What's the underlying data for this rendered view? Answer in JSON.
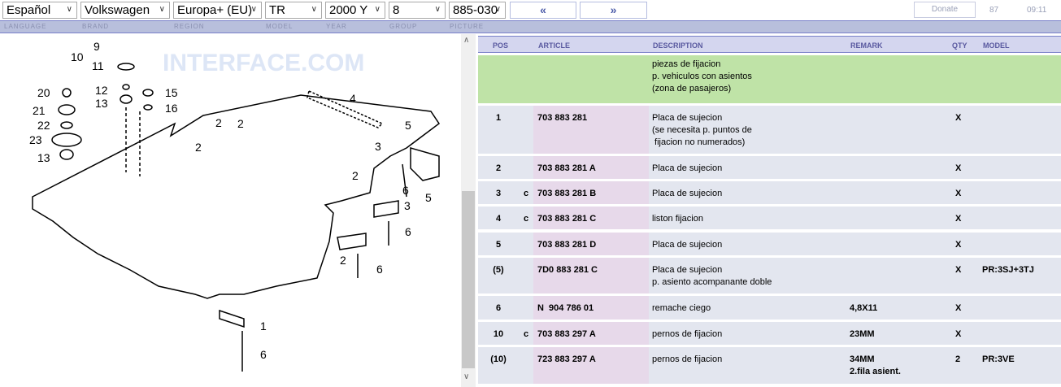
{
  "selectors": {
    "language": "Español",
    "brand": "Volkswagen",
    "region": "Europa+ (EU)",
    "model": "TR",
    "year": "2000  Y",
    "group": "8",
    "picture": "885-030"
  },
  "nav": {
    "prev": "«",
    "next": "»"
  },
  "top": {
    "donate": "Donate",
    "count": "87",
    "time": "09:11"
  },
  "labels": {
    "language": "LANGUAGE",
    "brand": "BRAND",
    "region": "REGION",
    "model": "MODEL",
    "year": "YEAR",
    "group": "GROUP",
    "picture": "PICTURE"
  },
  "diagram": {
    "watermark": "INTERFACE.COM",
    "callouts": [
      "9",
      "10",
      "11",
      "12",
      "13",
      "15",
      "16",
      "20",
      "21",
      "22",
      "23",
      "13",
      "4",
      "2",
      "2",
      "2",
      "3",
      "5",
      "2",
      "6",
      "5",
      "3",
      "6",
      "2",
      "6",
      "1",
      "6"
    ]
  },
  "table": {
    "headers": {
      "pos": "POS",
      "article": "ARTICLE",
      "description": "DESCRIPTION",
      "remark": "REMARK",
      "qty": "QTY",
      "model": "MODEL"
    },
    "group_text": "piezas de fijacion\np. vehiculos con asientos\n(zona de pasajeros)",
    "rows": [
      {
        "pos": "1",
        "flag": "",
        "article": "703 883 281",
        "description": "Placa de sujecion\n(se necesita p. puntos de\n fijacion no numerados)",
        "remark": "",
        "qty": "X",
        "model": ""
      },
      {
        "pos": "2",
        "flag": "",
        "article": "703 883 281 A",
        "description": "Placa de sujecion",
        "remark": "",
        "qty": "X",
        "model": ""
      },
      {
        "pos": "3",
        "flag": "c",
        "article": "703 883 281 B",
        "description": "Placa de sujecion",
        "remark": "",
        "qty": "X",
        "model": ""
      },
      {
        "pos": "4",
        "flag": "c",
        "article": "703 883 281 C",
        "description": "liston fijacion",
        "remark": "",
        "qty": "X",
        "model": ""
      },
      {
        "pos": "5",
        "flag": "",
        "article": "703 883 281 D",
        "description": "Placa de sujecion",
        "remark": "",
        "qty": "X",
        "model": ""
      },
      {
        "pos": "(5)",
        "flag": "",
        "article": "7D0 883 281 C",
        "description": "Placa de sujecion\np. asiento acompanante doble",
        "remark": "",
        "qty": "X",
        "model": "PR:3SJ+3TJ"
      },
      {
        "pos": "6",
        "flag": "",
        "article": "N  904 786 01",
        "description": "remache ciego",
        "remark": "4,8X11",
        "qty": "X",
        "model": ""
      },
      {
        "pos": "10",
        "flag": "c",
        "article": "703 883 297 A",
        "description": "pernos de fijacion",
        "remark": "23MM",
        "qty": "X",
        "model": ""
      },
      {
        "pos": "(10)",
        "flag": "",
        "article": "723 883 297 A",
        "description": "pernos de fijacion",
        "remark": "34MM\n2.fila asient.",
        "qty": "2",
        "model": "PR:3VE"
      }
    ]
  }
}
